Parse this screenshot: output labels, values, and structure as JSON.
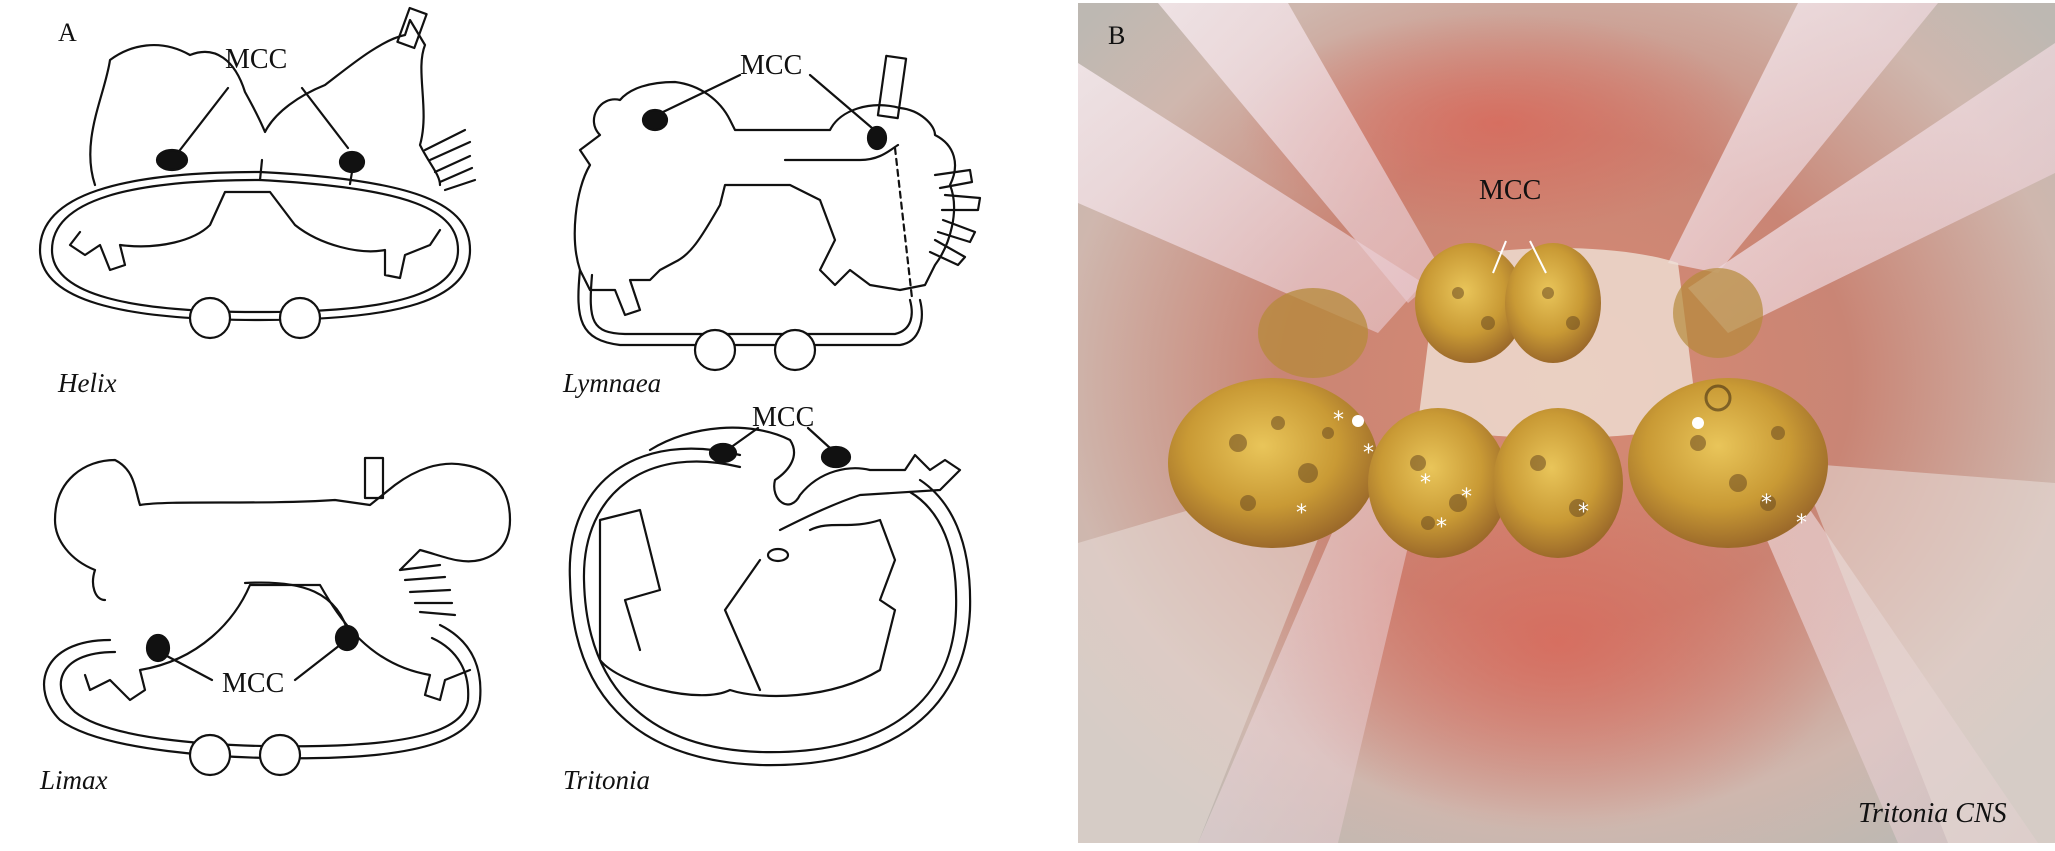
{
  "panel_a": {
    "letter": "A",
    "mcc_label": "MCC",
    "species": [
      "Helix",
      "Lymnaea",
      "Limax",
      "Tritonia"
    ]
  },
  "panel_b": {
    "letter": "B",
    "mcc_label": "MCC",
    "caption": "Tritonia CNS",
    "star_glyph": "*"
  }
}
